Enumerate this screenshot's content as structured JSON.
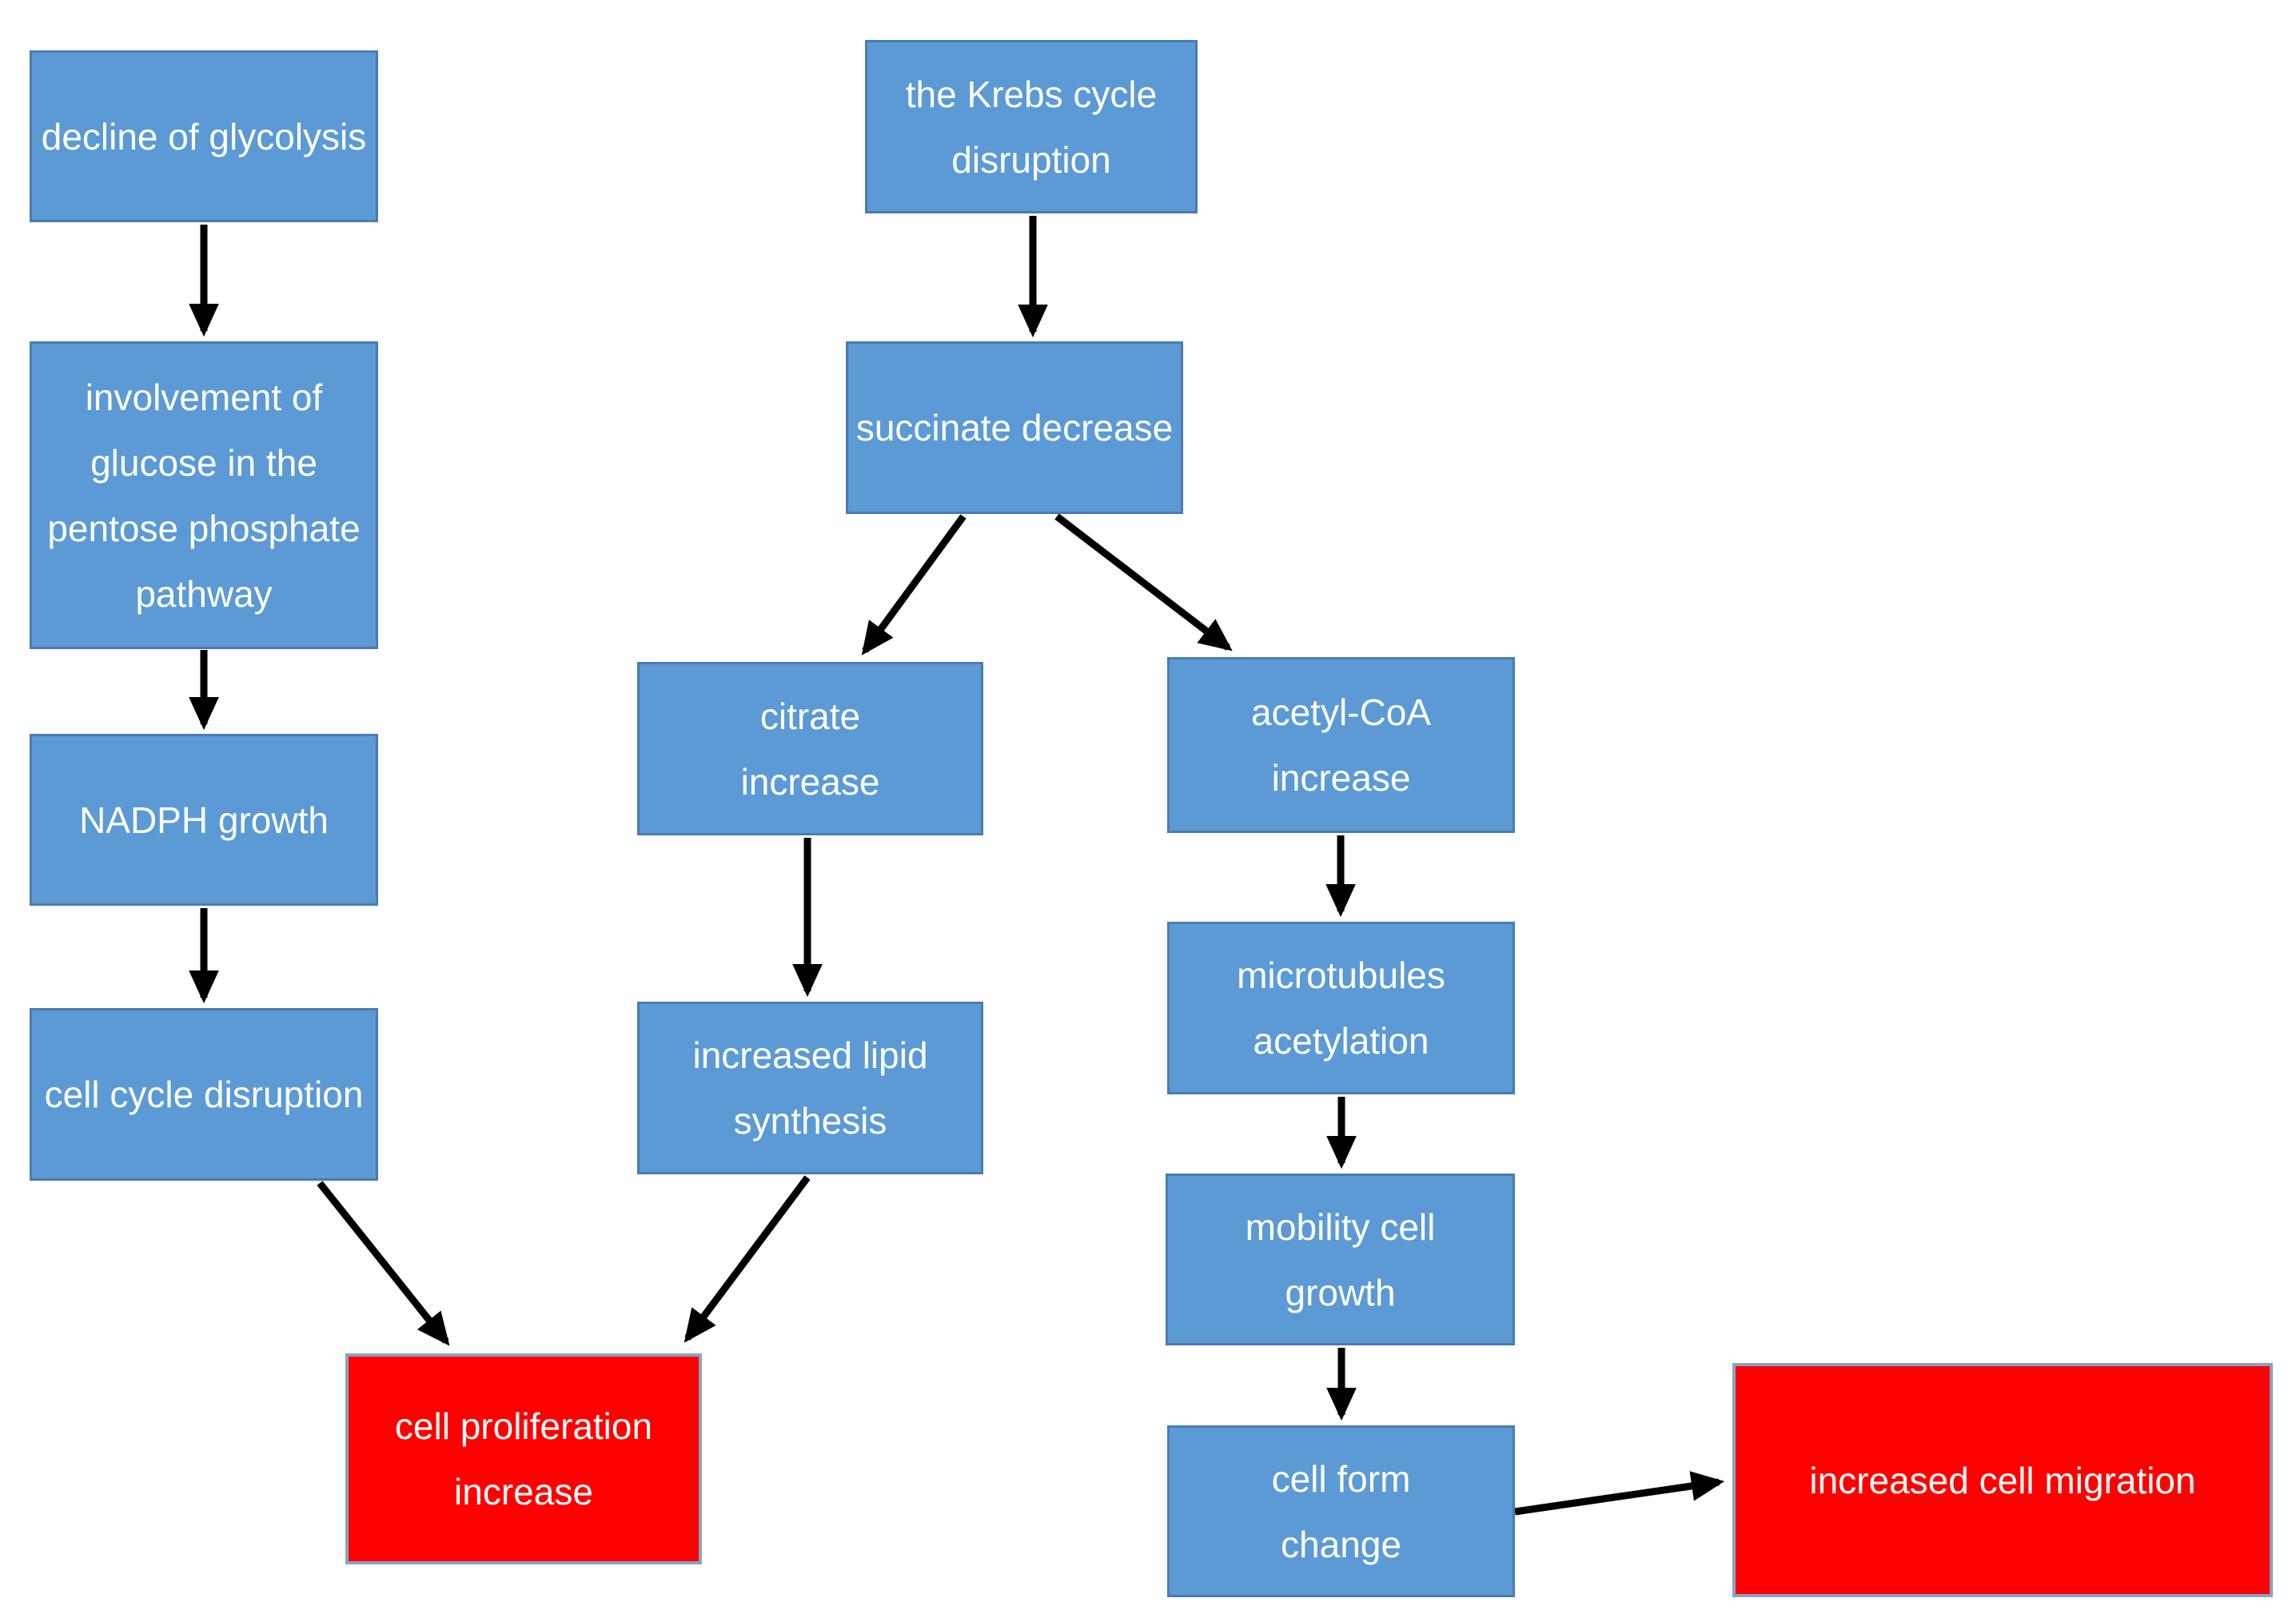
{
  "diagram": {
    "type": "flowchart",
    "background": "#ffffff",
    "colors": {
      "node_fill": "#5b9ad5",
      "node_border": "#4a7cb0",
      "endpoint_fill": "#fe0000",
      "endpoint_border": "#87a2c4",
      "text": "#ffffff",
      "arrow": "#000000"
    },
    "nodes": [
      {
        "id": "decline-of-glycolysis",
        "kind": "process",
        "label": "decline of glycolysis"
      },
      {
        "id": "pentose-phosphate-involvement",
        "kind": "process",
        "label": "involvement of\nglucose in the\npentose phosphate\npathway"
      },
      {
        "id": "nadph-growth",
        "kind": "process",
        "label": "NADPH growth"
      },
      {
        "id": "cell-cycle-disruption",
        "kind": "process",
        "label": "cell cycle disruption"
      },
      {
        "id": "cell-proliferation-increase",
        "kind": "outcome",
        "label": "cell proliferation\nincrease"
      },
      {
        "id": "krebs-cycle-disruption",
        "kind": "process",
        "label": "the Krebs cycle\ndisruption"
      },
      {
        "id": "succinate-decrease",
        "kind": "process",
        "label": "succinate decrease"
      },
      {
        "id": "citrate-increase",
        "kind": "process",
        "label": "citrate\nincrease"
      },
      {
        "id": "acetyl-coa-increase",
        "kind": "process",
        "label": "acetyl-CoA\nincrease"
      },
      {
        "id": "increased-lipid-synthesis",
        "kind": "process",
        "label": "increased lipid\nsynthesis"
      },
      {
        "id": "microtubules-acetylation",
        "kind": "process",
        "label": "microtubules\nacetylation"
      },
      {
        "id": "mobility-cell-growth",
        "kind": "process",
        "label": "mobility cell\ngrowth"
      },
      {
        "id": "cell-form-change",
        "kind": "process",
        "label": "cell form\nchange"
      },
      {
        "id": "increased-cell-migration",
        "kind": "outcome",
        "label": "increased cell migration"
      }
    ],
    "edges": [
      {
        "from": "decline-of-glycolysis",
        "to": "pentose-phosphate-involvement"
      },
      {
        "from": "pentose-phosphate-involvement",
        "to": "nadph-growth"
      },
      {
        "from": "nadph-growth",
        "to": "cell-cycle-disruption"
      },
      {
        "from": "cell-cycle-disruption",
        "to": "cell-proliferation-increase"
      },
      {
        "from": "krebs-cycle-disruption",
        "to": "succinate-decrease"
      },
      {
        "from": "succinate-decrease",
        "to": "citrate-increase"
      },
      {
        "from": "succinate-decrease",
        "to": "acetyl-coa-increase"
      },
      {
        "from": "citrate-increase",
        "to": "increased-lipid-synthesis"
      },
      {
        "from": "increased-lipid-synthesis",
        "to": "cell-proliferation-increase"
      },
      {
        "from": "acetyl-coa-increase",
        "to": "microtubules-acetylation"
      },
      {
        "from": "microtubules-acetylation",
        "to": "mobility-cell-growth"
      },
      {
        "from": "mobility-cell-growth",
        "to": "cell-form-change"
      },
      {
        "from": "cell-form-change",
        "to": "increased-cell-migration"
      }
    ]
  }
}
